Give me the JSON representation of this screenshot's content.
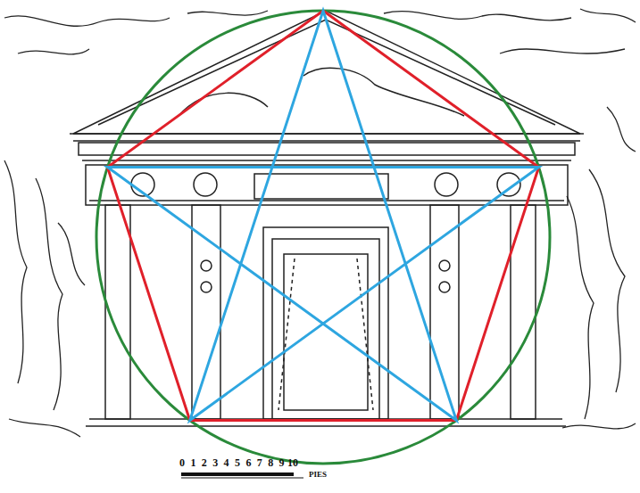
{
  "diagram": {
    "labels": [
      "0",
      "1",
      "2",
      "3",
      "4",
      "5",
      "6",
      "7",
      "8",
      "9",
      "10",
      "PIES"
    ]
  }
}
